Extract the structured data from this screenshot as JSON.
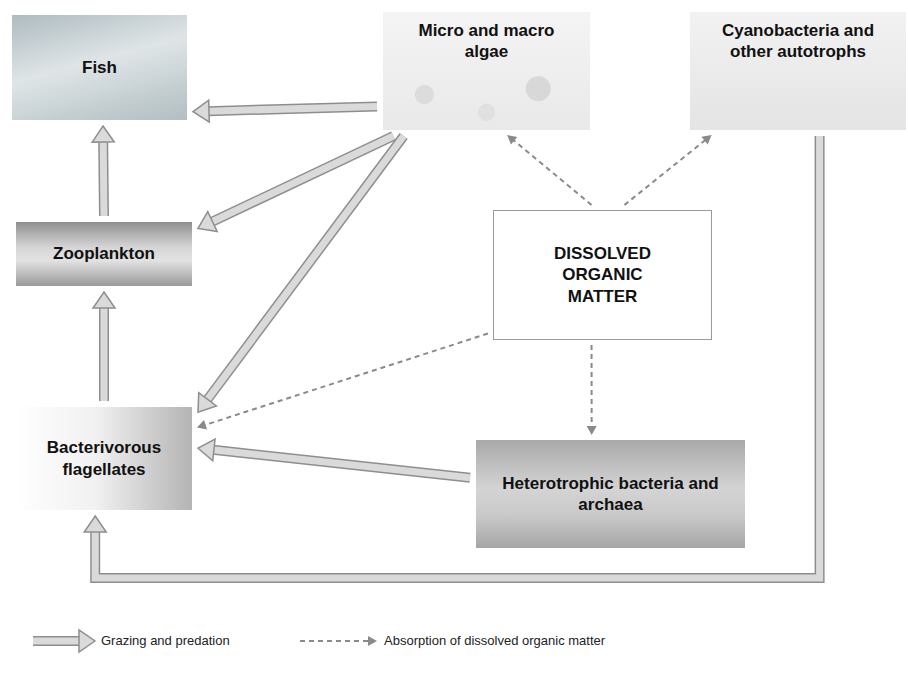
{
  "diagram": {
    "nodes": [
      {
        "text": [
          "Fish"
        ]
      },
      {
        "text": [
          "Micro and macro algae"
        ]
      },
      {
        "text": [
          "Cyanobacteria and other autotrophs"
        ]
      },
      {
        "text": [
          "Zooplankton"
        ]
      },
      {
        "text": [
          "DISSOLVED ORGANIC MATTER"
        ]
      },
      {
        "text": [
          "Bacterivorous flagellates"
        ]
      },
      {
        "text": [
          "Heterotrophic bacteria and archaea"
        ]
      }
    ],
    "edges": [
      {
        "from": 1,
        "to": 0,
        "arrow": "to"
      },
      {
        "from": 1,
        "to": 3,
        "arrow": "to"
      },
      {
        "from": 1,
        "to": 5,
        "arrow": "to"
      },
      {
        "from": 3,
        "to": 0,
        "arrow": "to"
      },
      {
        "from": 5,
        "to": 3,
        "arrow": "to"
      },
      {
        "from": 6,
        "to": 5,
        "arrow": "to"
      },
      {
        "from": 2,
        "to": 5,
        "arrow": "to"
      },
      {
        "from": 4,
        "to": 1,
        "arrow": "to"
      },
      {
        "from": 4,
        "to": 2,
        "arrow": "to"
      },
      {
        "from": 4,
        "to": 5,
        "arrow": "to"
      },
      {
        "from": 4,
        "to": 6,
        "arrow": "to"
      }
    ],
    "legend": [
      {
        "text": "Grazing and predation"
      },
      {
        "text": "Absorption of dissolved organic matter"
      }
    ]
  }
}
